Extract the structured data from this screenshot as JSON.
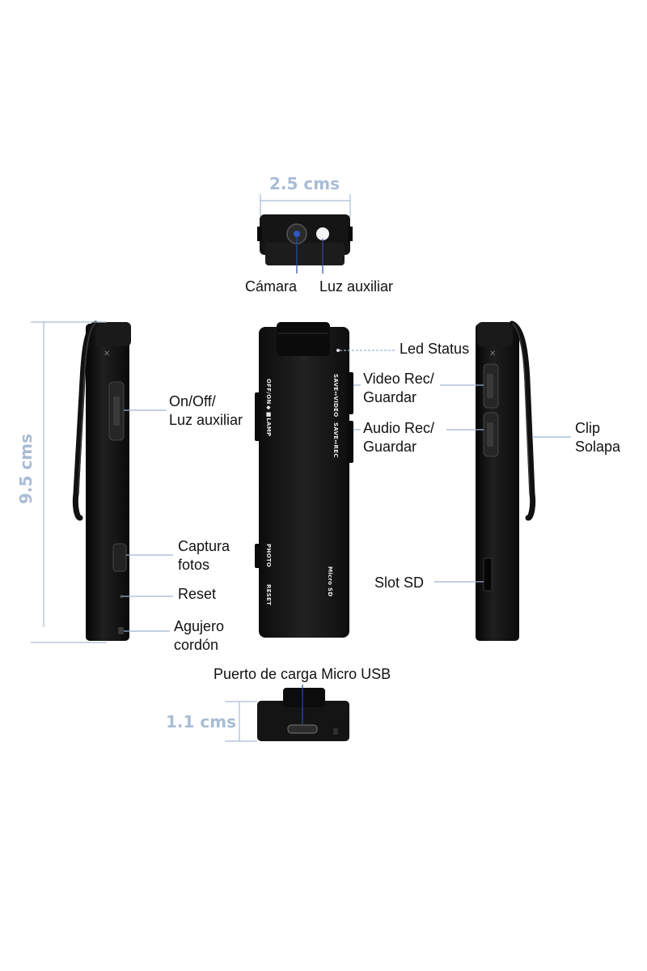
{
  "dimensions": {
    "width_top": "2.5 cms",
    "height_side": "9.5 cms",
    "depth_bottom": "1.1 cms"
  },
  "callouts": {
    "camera": "Cámara",
    "aux_light_top": "Luz auxiliar",
    "led_status": "Led Status",
    "video_rec_1": "Video Rec/",
    "video_rec_2": "Guardar",
    "audio_rec_1": "Audio Rec/",
    "audio_rec_2": "Guardar",
    "onoff_1": "On/Off/",
    "onoff_2": "Luz auxiliar",
    "clip_1": "Clip",
    "clip_2": "Solapa",
    "capture_1": "Captura",
    "capture_2": "fotos",
    "reset": "Reset",
    "lanyard_1": "Agujero",
    "lanyard_2": "cordón",
    "slot_sd": "Slot SD",
    "usb_port": "Puerto de carga Micro USB"
  },
  "device_markings": {
    "switch": "OFF/ON◆■LAMP",
    "save_video": "SAVE↔VIDEO",
    "save_rec": "SAVE↔REC",
    "photo": "PHOTO",
    "reset": "RESET",
    "micro_sd": "Micro SD"
  },
  "colors": {
    "dimension_line": "#a9bcd6",
    "callout_line": "#9db3cf",
    "device_body": "#161616"
  }
}
